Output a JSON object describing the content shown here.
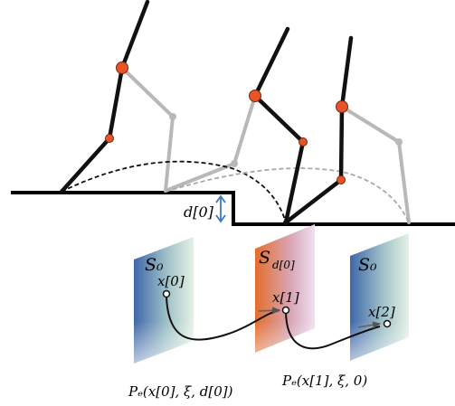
{
  "labels": {
    "step_height": "d[0]",
    "section_left": "S₀",
    "section_mid": "S",
    "section_mid_sub": "d[0]",
    "section_right": "S₀",
    "state_0": "x[0]",
    "state_1": "x[1]",
    "state_2": "x[2]",
    "map_1": "Pₑ(x[0], ξ, d[0])",
    "map_2": "Pₑ(x[1], ξ, 0)"
  },
  "colors": {
    "ground": "#000000",
    "leg_active": "#111111",
    "leg_ghost": "#b8b8b8",
    "joint": "#e8542a",
    "panel_blue": "#3f67a9",
    "panel_green": "#e6f1e6",
    "panel_orange": "#e46d2c",
    "panel_lilac": "#efe0ef",
    "arrow_blue": "#3b78c2"
  }
}
